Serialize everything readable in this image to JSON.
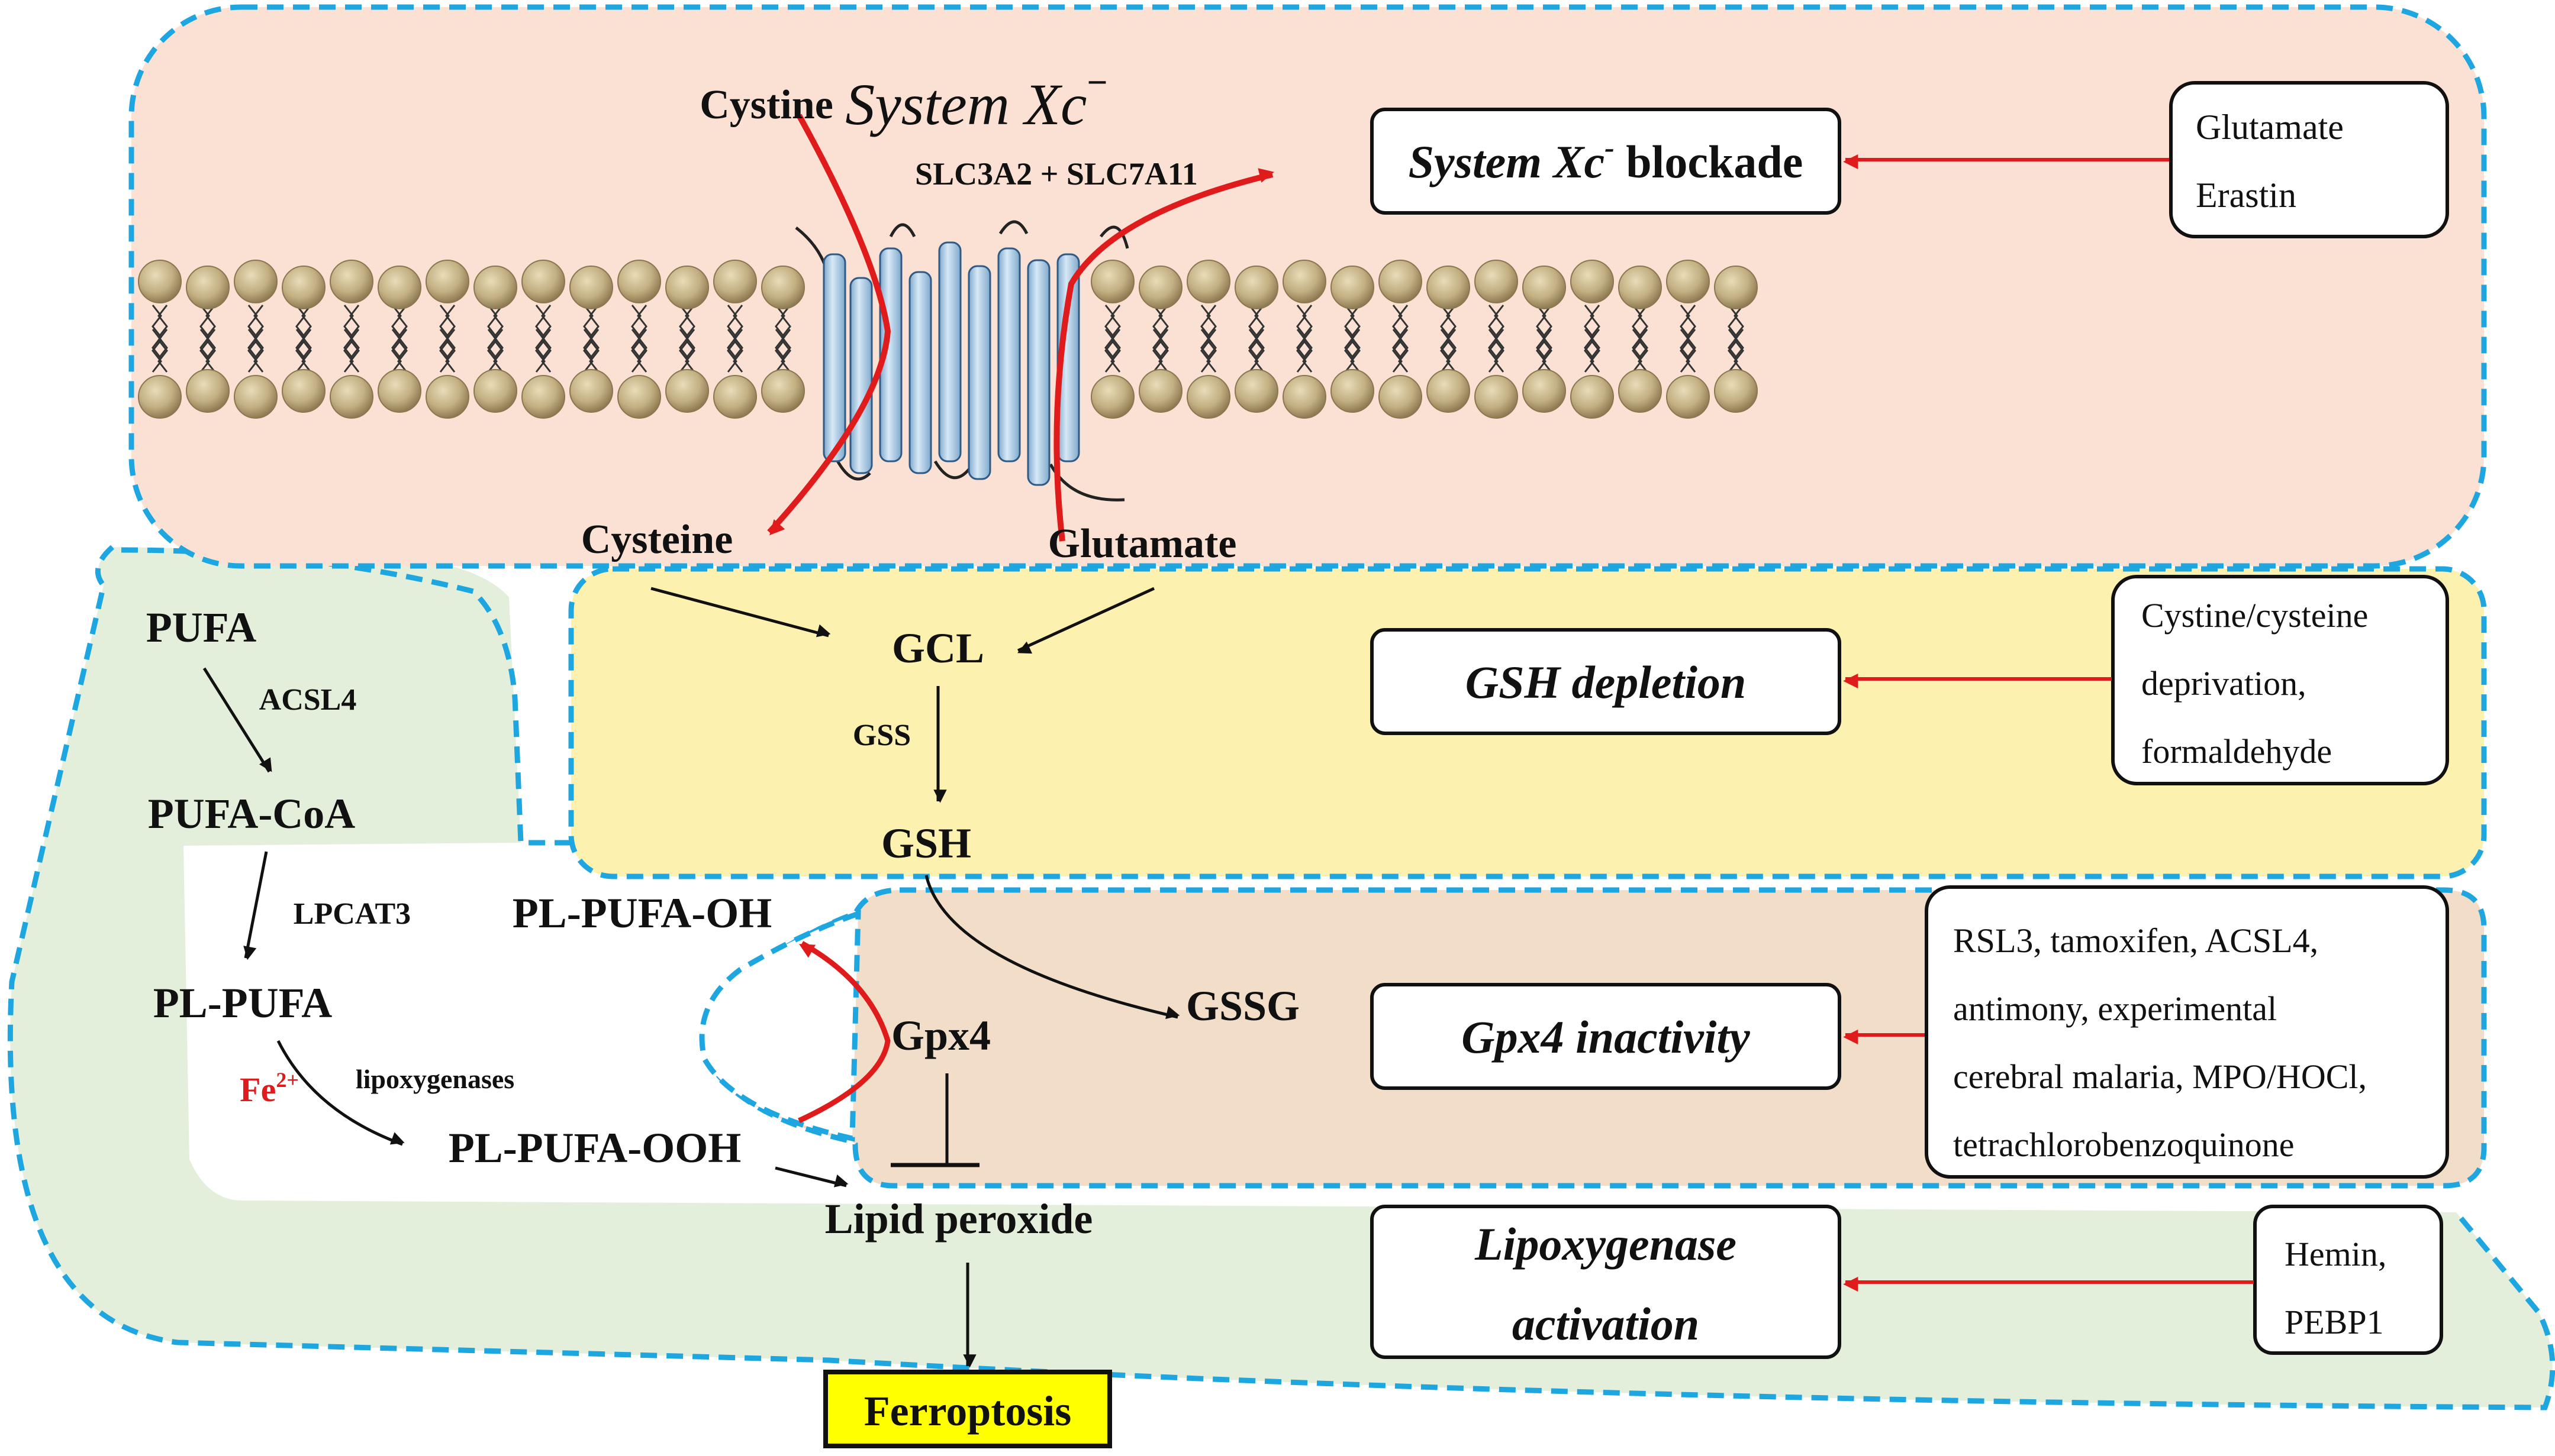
{
  "transporter": {
    "title": "System Xc",
    "title_sup": "−",
    "subtitle": "SLC3A2 + SLC7A11"
  },
  "metabolites": {
    "cystine": "Cystine",
    "cysteine": "Cysteine",
    "glutamate": "Glutamate",
    "gcl": "GCL",
    "gss": "GSS",
    "gsh": "GSH",
    "gssg": "GSSG",
    "gpx4": "Gpx4",
    "pufa": "PUFA",
    "acsl4": "ACSL4",
    "pufa_coa": "PUFA-CoA",
    "lpcat3": "LPCAT3",
    "pl_pufa": "PL-PUFA",
    "fe_base": "Fe",
    "fe_sup": "2+",
    "lipoxygenases": "lipoxygenases",
    "pl_pufa_ooh": "PL-PUFA-OOH",
    "pl_pufa_oh": "PL-PUFA-OH",
    "lipid_peroxide": "Lipid peroxide",
    "ferroptosis": "Ferroptosis"
  },
  "mechanisms": {
    "xc_blockade": {
      "prefix": "System Xc",
      "sup": "-",
      "suffix": " blockade"
    },
    "gsh_depletion": "GSH depletion",
    "gpx4_inactivity": "Gpx4 inactivity",
    "lipox_line1": "Lipoxygenase",
    "lipox_line2": "activation"
  },
  "inducers": {
    "xc": [
      "Glutamate",
      "Erastin"
    ],
    "gsh": [
      "Cystine/cysteine",
      "deprivation,",
      "formaldehyde"
    ],
    "gpx4": [
      "RSL3, tamoxifen, ACSL4,",
      "antimony, experimental",
      "cerebral malaria, MPO/HOCl,",
      "tetrachlorobenzoquinone"
    ],
    "lipox": [
      "Hemin,",
      "PEBP1"
    ]
  },
  "colors": {
    "membrane_region": "#fae1d3",
    "gsh_region": "#fdf1b0",
    "gpx4_region": "#f1ddc8",
    "cytoplasm_region": "#e3eedb",
    "dashed_outline": "#1ea6e0",
    "red_arrow": "#e01b1b",
    "ferroptosis_box": "#ffff00",
    "bead": "#c8b78a",
    "helix": "#a9cbe6"
  }
}
